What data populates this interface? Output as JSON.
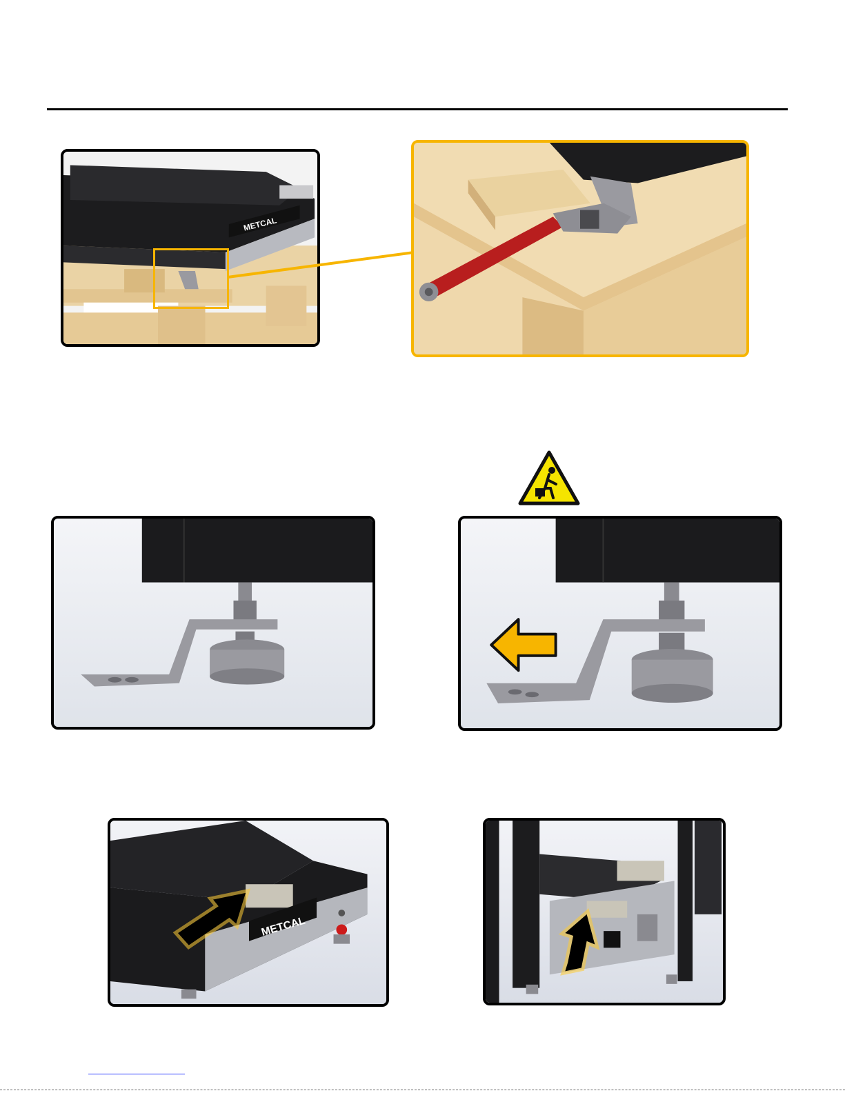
{
  "page": {
    "brand_logo_text": "METCAL",
    "warning_sign": "heavy-lift-warning-icon"
  },
  "colors": {
    "callout_gold": "#f7b500",
    "wrench_handle": "#b81e1e",
    "machine_black": "#1b1b1d",
    "wood": "#e9cf9f",
    "steel": "#9a9aa0",
    "arrow_black": "#000000"
  },
  "images": [
    {
      "id": "pallet-overview",
      "content": "bracket-callout"
    },
    {
      "id": "wrench-closeup",
      "content": "wrench-on-bracket"
    },
    {
      "id": "bracket-attached",
      "content": "foot-bracket"
    },
    {
      "id": "bracket-removed",
      "content": "foot-bracket-arrow-left"
    },
    {
      "id": "lift-front",
      "content": "lift-handle-front"
    },
    {
      "id": "lift-rear",
      "content": "lift-handle-rear"
    }
  ]
}
